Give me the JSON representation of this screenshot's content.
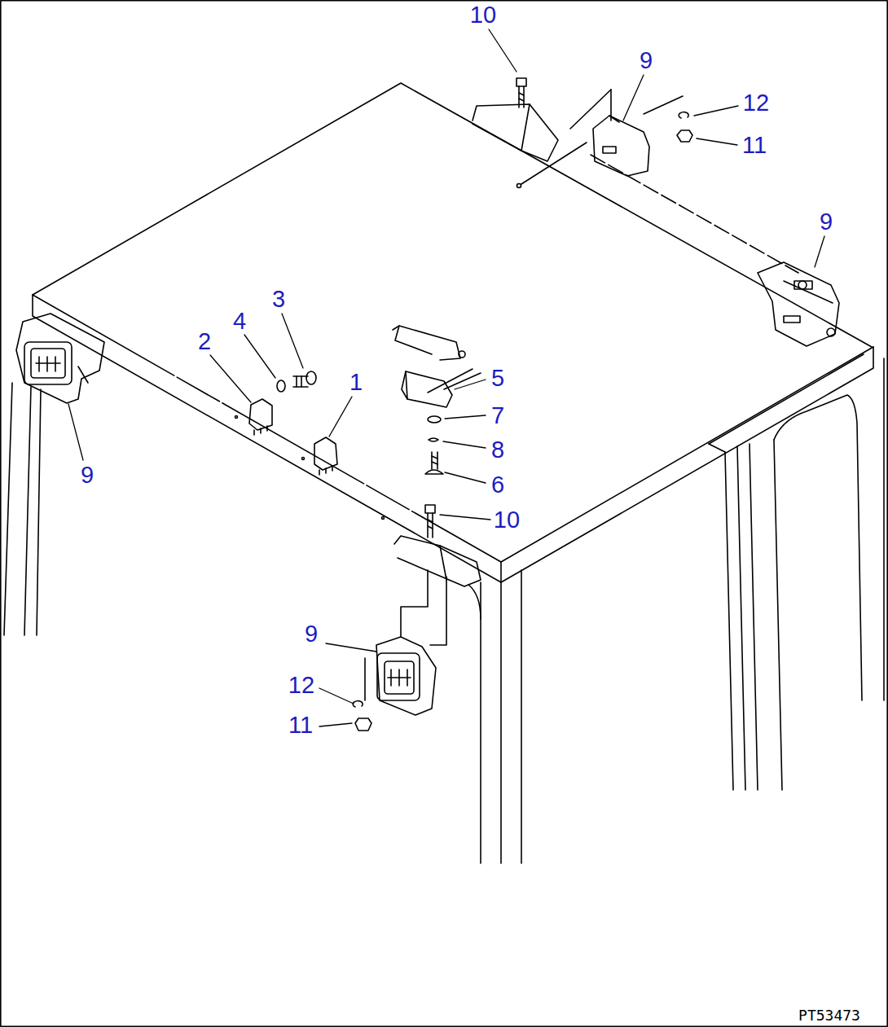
{
  "diagram": {
    "labels": [
      "10",
      "9",
      "12",
      "11",
      "9",
      "3",
      "4",
      "2",
      "1",
      "5",
      "7",
      "8",
      "6",
      "9",
      "10",
      "9",
      "12",
      "11",
      "PT53473"
    ]
  }
}
